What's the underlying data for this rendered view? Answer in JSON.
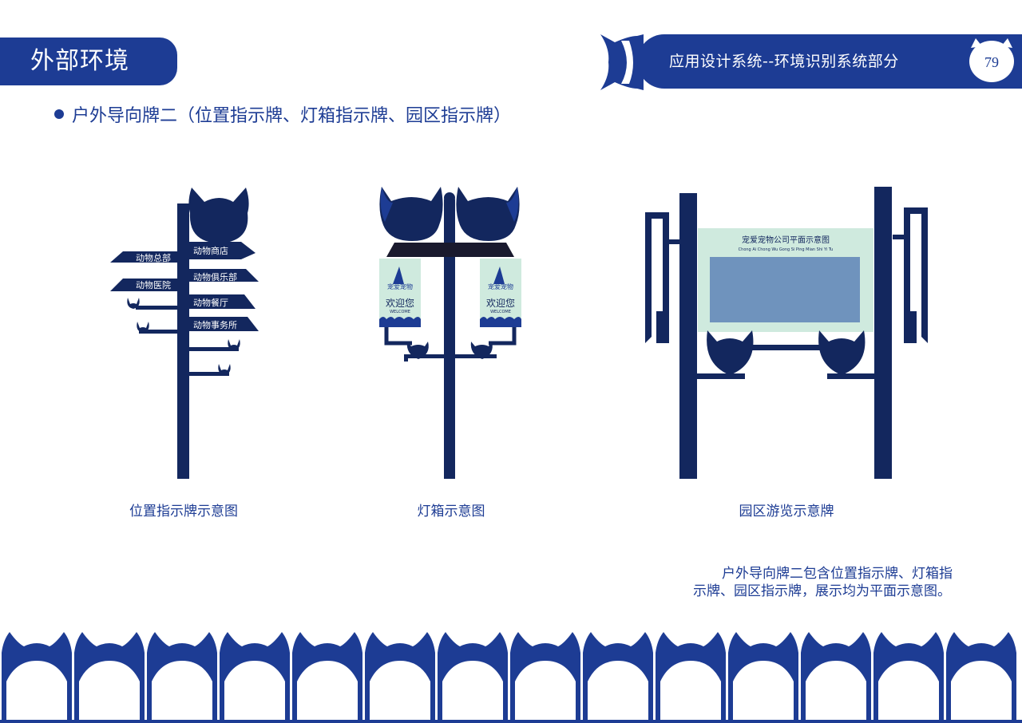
{
  "header": {
    "section_title": "外部环境",
    "system_title": "应用设计系统--环境识别系统部分",
    "page_number": "79"
  },
  "subtitle": "户外导向牌二（位置指示牌、灯箱指示牌、园区指示牌）",
  "figures": {
    "position_sign": {
      "caption": "位置指示牌示意图",
      "left_arrows": [
        "动物总部",
        "动物医院"
      ],
      "right_arrows": [
        "动物商店",
        "动物俱乐部",
        "动物餐厅",
        "动物事务所"
      ]
    },
    "lightbox": {
      "caption": "灯箱示意图",
      "brand_cn": "宠爱宠物",
      "welcome_cn": "欢迎您",
      "welcome_en": "WELCOME"
    },
    "park_board": {
      "caption": "园区游览示意牌",
      "board_title": "宠爱宠物公司平面示意图",
      "board_subtitle": "Chong Ai Chong Wu Gong Si Ping Mian Shi Yi Tu"
    }
  },
  "description": "户外导向牌二包含位置指示牌、灯箱指示牌、园区指示牌，展示均为平面示意图。",
  "colors": {
    "primary": "#1d3c94",
    "pole": "#13275e",
    "board_bg": "#cfeade",
    "board_map": "#6f93bd"
  }
}
